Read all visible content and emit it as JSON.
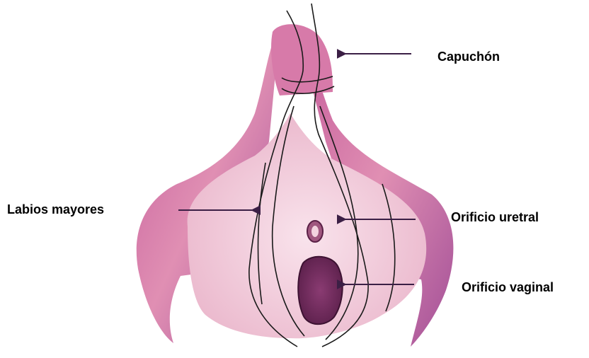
{
  "labels": {
    "capuchon": "Capuchón",
    "labios_mayores": "Labios mayores",
    "orificio_uretral": "Orificio uretral",
    "orificio_vaginal": "Orificio vaginal"
  },
  "colors": {
    "outer_pink": "#d97aa6",
    "outer_purple": "#9c5fa8",
    "inner_pink": "#f1c9d8",
    "inner_light": "#f7dde7",
    "opening_dark": "#6e2a5a",
    "arrow": "#3b1f45",
    "outline": "#1a1a1a"
  },
  "icons": {
    "arrow": "arrow-left-icon"
  }
}
